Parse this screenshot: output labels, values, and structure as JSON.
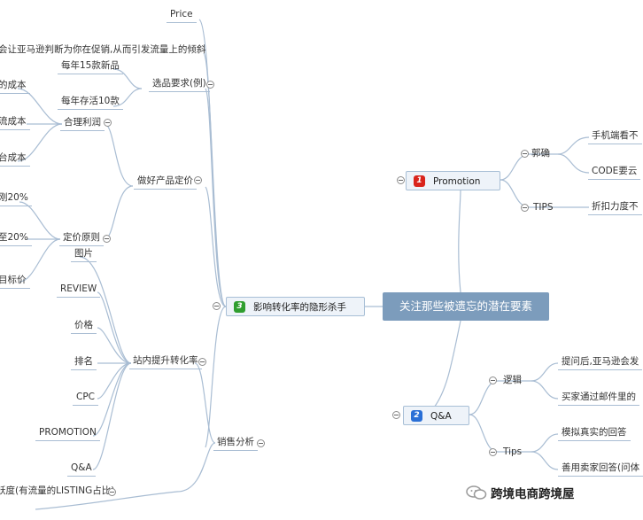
{
  "root": {
    "label": "关注那些被遗忘的潜在要素"
  },
  "colors": {
    "root_bg": "#7c9cbc",
    "line": "#a9bdd3",
    "badge_red": "#d9241c",
    "badge_blue": "#2a6fd6",
    "badge_green": "#2f9e2f"
  },
  "branches": {
    "promotion": {
      "badge": "1",
      "label": "Promotion",
      "children": {
        "xiebian": {
          "label": "郭确",
          "items": [
            "手机端看不",
            "CODE要云"
          ]
        },
        "tips": {
          "label": "TIPS",
          "items": [
            "折扣力度不"
          ]
        }
      }
    },
    "qa": {
      "badge": "2",
      "label": "Q&A",
      "children": {
        "logic": {
          "label": "逻辑",
          "items": [
            "提问后,亚马逊会发",
            "买家通过邮件里的"
          ]
        },
        "tips": {
          "label": "Tips",
          "items": [
            "模拟真实的回答",
            "善用卖家回答(问体"
          ]
        }
      }
    },
    "hidden_killer": {
      "badge": "3",
      "label": "影响转化率的隐形杀手",
      "children": {
        "price": {
          "label": "Price",
          "sub": "会让亚马逊判断为你在促销,从而引发流量上的倾斜"
        },
        "selection": {
          "label": "选品要求(例)",
          "items": [
            "每年15款新品",
            "每年存活10款"
          ]
        },
        "pricing": {
          "label": "做好产品定价",
          "reasonable_profit": {
            "label": "合理利润",
            "items": [
              "的成本",
              "流成本",
              "台成本"
            ]
          },
          "pricing_principle": {
            "label": "定价原则",
            "items": [
              "刚20%",
              "至20%",
              "目标价"
            ]
          }
        },
        "sales_analysis": {
          "label": "销售分析",
          "onsite": {
            "label": "站内提升转化率",
            "items": [
              "图片",
              "REVIEW",
              "价格",
              "排名",
              "CPC",
              "PROMOTION",
              "Q&A"
            ]
          },
          "activity": {
            "label": "跃度(有流量的LISTING占比)"
          }
        }
      }
    }
  },
  "watermark": {
    "icon": "wechat-icon",
    "text": "跨境电商跨境屋"
  }
}
